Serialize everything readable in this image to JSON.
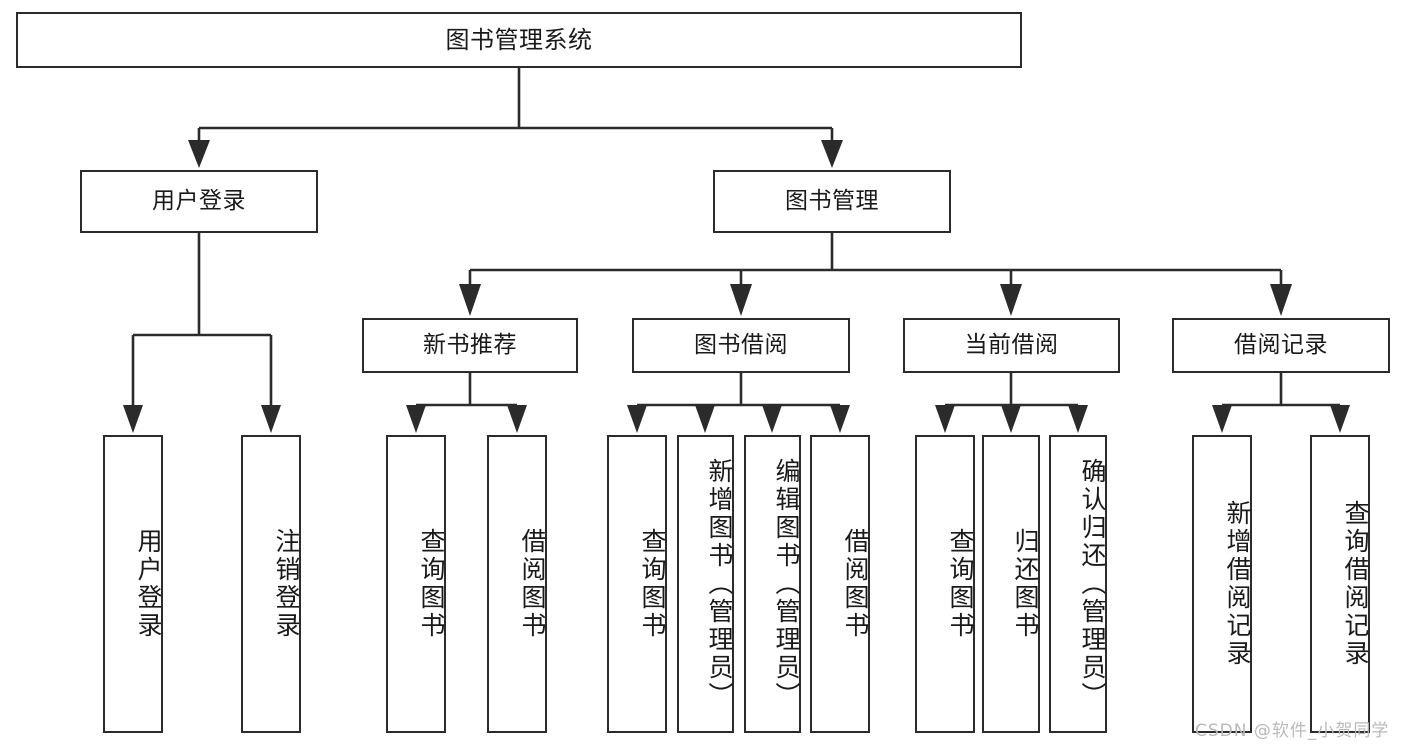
{
  "diagram": {
    "title": "图书管理系统",
    "type": "功能结构图",
    "style": {
      "box_border_color": "#2b2b2b",
      "box_fill_color": "#ffffff",
      "connector_color": "#2b2b2b",
      "background_color": "#ffffff",
      "watermark_color": "#b9b9b9"
    },
    "root": {
      "id": "root",
      "label": "图书管理系统"
    },
    "level2": [
      {
        "id": "user-login",
        "label": "用户登录"
      },
      {
        "id": "book-manage",
        "label": "图书管理"
      }
    ],
    "level3": [
      {
        "id": "new-book-rec",
        "label": "新书推荐",
        "parent": "book-manage"
      },
      {
        "id": "book-borrow",
        "label": "图书借阅",
        "parent": "book-manage"
      },
      {
        "id": "current-borrow",
        "label": "当前借阅",
        "parent": "book-manage"
      },
      {
        "id": "borrow-record",
        "label": "借阅记录",
        "parent": "book-manage"
      }
    ],
    "leaves": [
      {
        "id": "leaf-user-login",
        "label": "用户登录",
        "parent": "user-login"
      },
      {
        "id": "leaf-user-logout",
        "label": "注销登录",
        "parent": "user-login"
      },
      {
        "id": "leaf-rec-query",
        "label": "查询图书",
        "parent": "new-book-rec"
      },
      {
        "id": "leaf-rec-borrow",
        "label": "借阅图书",
        "parent": "new-book-rec"
      },
      {
        "id": "leaf-borrow-query",
        "label": "查询图书",
        "parent": "book-borrow"
      },
      {
        "id": "leaf-borrow-add",
        "label": "新增图书（管理员）",
        "parent": "book-borrow"
      },
      {
        "id": "leaf-borrow-edit",
        "label": "编辑图书（管理员）",
        "parent": "book-borrow"
      },
      {
        "id": "leaf-borrow-lend",
        "label": "借阅图书",
        "parent": "book-borrow"
      },
      {
        "id": "leaf-current-query",
        "label": "查询图书",
        "parent": "current-borrow"
      },
      {
        "id": "leaf-current-return",
        "label": "归还图书",
        "parent": "current-borrow"
      },
      {
        "id": "leaf-current-confirm",
        "label": "确认归还（管理员）",
        "parent": "current-borrow"
      },
      {
        "id": "leaf-record-add",
        "label": "新增借阅记录",
        "parent": "borrow-record"
      },
      {
        "id": "leaf-record-query",
        "label": "查询借阅记录",
        "parent": "borrow-record"
      }
    ],
    "watermark": "CSDN @软件_小贺同学"
  }
}
